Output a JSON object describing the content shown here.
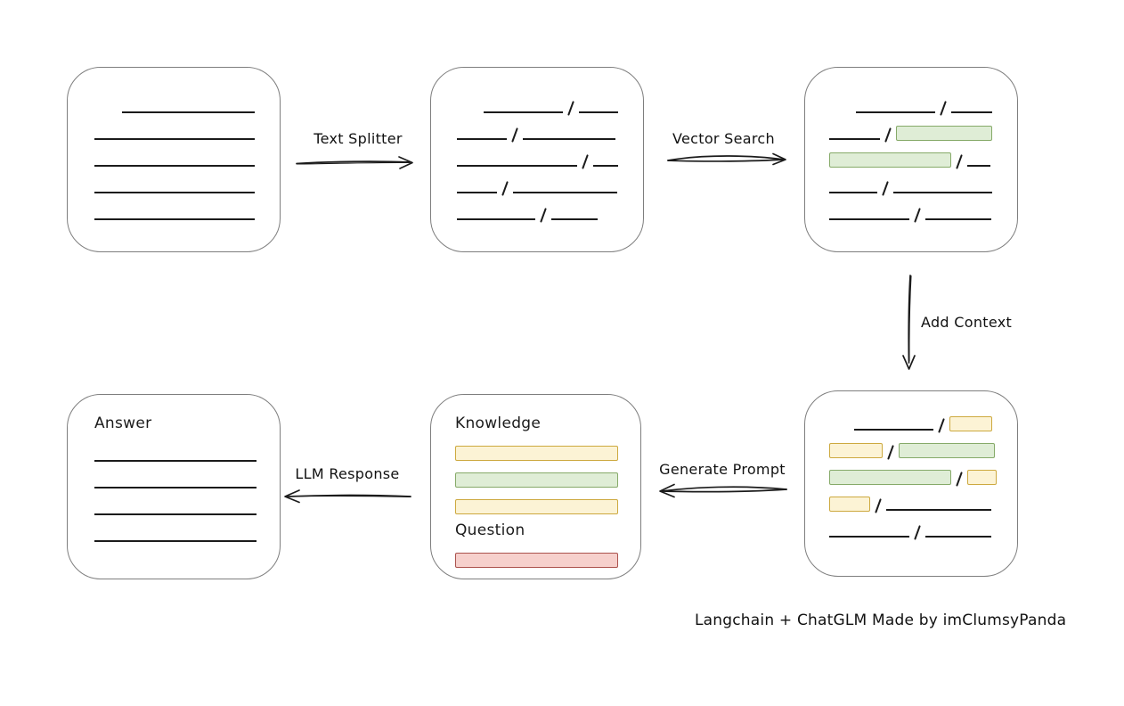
{
  "caption": "Langchain + ChatGLM Made by imClumsyPanda",
  "arrows": {
    "text_splitter": "Text Splitter",
    "vector_search": "Vector Search",
    "add_context": "Add Context",
    "generate_prompt": "Generate Prompt",
    "llm_response": "LLM Response"
  },
  "prompt_box": {
    "knowledge_label": "Knowledge",
    "question_label": "Question"
  },
  "answer_box": {
    "label": "Answer"
  },
  "colors": {
    "stroke": "#1b1b1b",
    "box_border": "#7e7e7e",
    "green_fill": "#dfedd6",
    "green_border": "#86aa69",
    "yellow_fill": "#fcf3d5",
    "yellow_border": "#cda93f",
    "red_fill": "#f6d0cc",
    "red_border": "#ab524d"
  },
  "rows": {
    "source_document": [
      [
        {
          "t": "indent",
          "w": 31
        },
        {
          "t": "line",
          "w": 149
        }
      ],
      [
        {
          "t": "line",
          "w": 180
        }
      ],
      [
        {
          "t": "line",
          "w": 180
        }
      ],
      [
        {
          "t": "line",
          "w": 180
        }
      ],
      [
        {
          "t": "line",
          "w": 180
        }
      ]
    ],
    "split_chunks": [
      [
        {
          "t": "indent",
          "w": 30
        },
        {
          "t": "line",
          "w": 90
        },
        {
          "t": "slash"
        },
        {
          "t": "line",
          "w": 44
        }
      ],
      [
        {
          "t": "line",
          "w": 56
        },
        {
          "t": "slash"
        },
        {
          "t": "line",
          "w": 104
        }
      ],
      [
        {
          "t": "line",
          "w": 135
        },
        {
          "t": "slash"
        },
        {
          "t": "line",
          "w": 28
        }
      ],
      [
        {
          "t": "line",
          "w": 45
        },
        {
          "t": "slash"
        },
        {
          "t": "line",
          "w": 117
        }
      ],
      [
        {
          "t": "line",
          "w": 88
        },
        {
          "t": "slash"
        },
        {
          "t": "line",
          "w": 52
        }
      ]
    ],
    "vector_matched": [
      [
        {
          "t": "indent",
          "w": 30
        },
        {
          "t": "line",
          "w": 90
        },
        {
          "t": "slash"
        },
        {
          "t": "line",
          "w": 46
        }
      ],
      [
        {
          "t": "line",
          "w": 57
        },
        {
          "t": "slash"
        },
        {
          "t": "chip",
          "c": "green",
          "w": 108
        }
      ],
      [
        {
          "t": "chip",
          "c": "green",
          "w": 137
        },
        {
          "t": "slash"
        },
        {
          "t": "line",
          "w": 26
        }
      ],
      [
        {
          "t": "line",
          "w": 57
        },
        {
          "t": "slash"
        },
        {
          "t": "line",
          "w": 118
        }
      ],
      [
        {
          "t": "line",
          "w": 90
        },
        {
          "t": "slash"
        },
        {
          "t": "line",
          "w": 74
        }
      ]
    ],
    "context_chunks": [
      [
        {
          "t": "indent",
          "w": 30
        },
        {
          "t": "line",
          "w": 93
        },
        {
          "t": "slash"
        },
        {
          "t": "chip",
          "c": "yellow",
          "w": 48
        }
      ],
      [
        {
          "t": "chip",
          "c": "yellow",
          "w": 60
        },
        {
          "t": "slash"
        },
        {
          "t": "chip",
          "c": "green",
          "w": 108
        }
      ],
      [
        {
          "t": "chip",
          "c": "green",
          "w": 137
        },
        {
          "t": "slash"
        },
        {
          "t": "chip",
          "c": "yellow",
          "w": 33
        }
      ],
      [
        {
          "t": "chip",
          "c": "yellow",
          "w": 46
        },
        {
          "t": "slash"
        },
        {
          "t": "line",
          "w": 118
        }
      ],
      [
        {
          "t": "line",
          "w": 90
        },
        {
          "t": "slash"
        },
        {
          "t": "line",
          "w": 74
        }
      ]
    ],
    "knowledge_bars": [
      [
        {
          "t": "chip",
          "c": "yellow",
          "w": 183
        }
      ],
      [
        {
          "t": "chip",
          "c": "green",
          "w": 183
        }
      ],
      [
        {
          "t": "chip",
          "c": "yellow",
          "w": 183
        }
      ]
    ],
    "question_bars": [
      [
        {
          "t": "chip",
          "c": "red",
          "w": 183
        }
      ]
    ],
    "answer_lines": [
      [
        {
          "t": "line",
          "w": 182
        }
      ],
      [
        {
          "t": "line",
          "w": 182
        }
      ],
      [
        {
          "t": "line",
          "w": 182
        }
      ],
      [
        {
          "t": "line",
          "w": 182
        }
      ]
    ]
  }
}
